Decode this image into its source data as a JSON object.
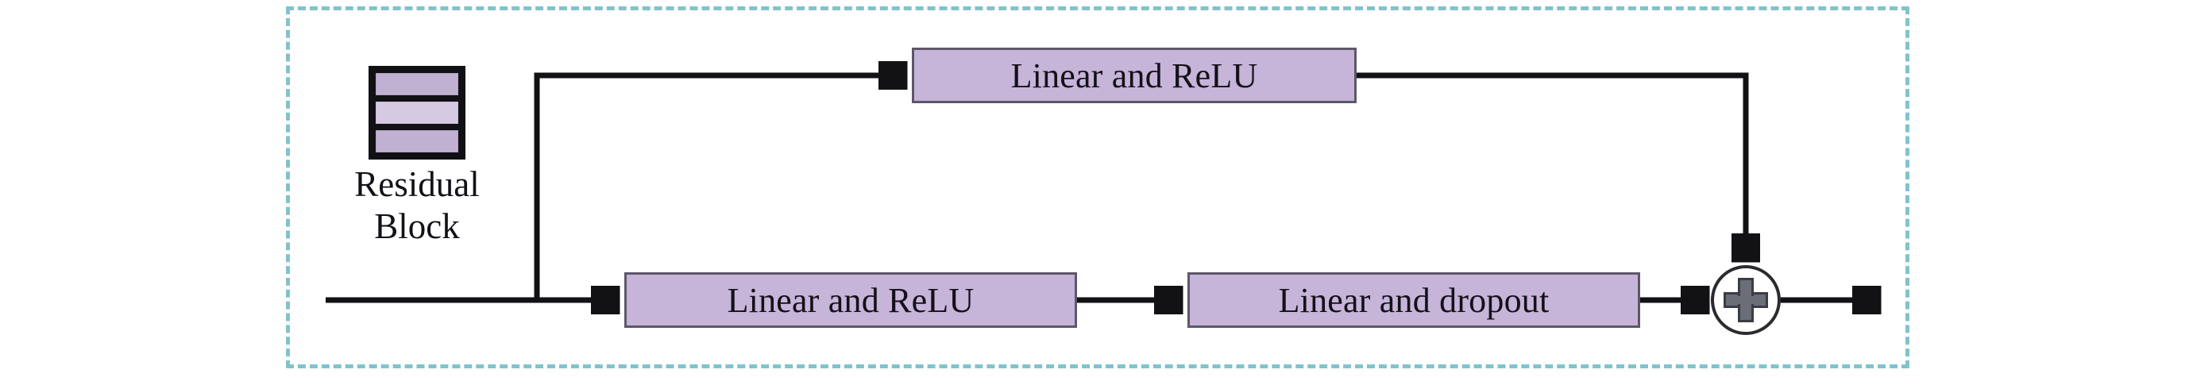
{
  "diagram": {
    "title": "Residual Block",
    "frame": {
      "style": "dashed",
      "color": "#82c3cb"
    },
    "legend": {
      "icon_name": "residual-block-icon",
      "caption_line_1": "Residual",
      "caption_line_2": "Block"
    },
    "nodes": [
      {
        "id": "box-top",
        "label": "Linear and ReLU",
        "fill": "#c6b4d9",
        "stroke": "#5d5769"
      },
      {
        "id": "box-bottom-left",
        "label": "Linear and ReLU",
        "fill": "#c6b4d9",
        "stroke": "#5d5769"
      },
      {
        "id": "box-bottom-right",
        "label": "Linear and dropout",
        "fill": "#c6b4d9",
        "stroke": "#5d5769"
      },
      {
        "id": "add-node",
        "label": "+",
        "fill": "#6b6e77",
        "stroke": "#2b2b2f"
      }
    ],
    "edges": [
      {
        "from": "input",
        "to": "branch"
      },
      {
        "from": "branch",
        "to": "box-top"
      },
      {
        "from": "branch",
        "to": "box-bottom-left"
      },
      {
        "from": "box-bottom-left",
        "to": "box-bottom-right"
      },
      {
        "from": "box-bottom-right",
        "to": "add-node"
      },
      {
        "from": "box-top",
        "to": "add-node"
      },
      {
        "from": "add-node",
        "to": "output"
      }
    ],
    "colors": {
      "box_fill": "#c6b4d9",
      "box_stroke": "#5d5769",
      "frame_dashed": "#82c3cb",
      "wire": "#121214",
      "icon_dark_stripe": "#c0b0d2",
      "icon_light_stripe": "#d5cae1",
      "plus_fill": "#6b6e77"
    }
  }
}
